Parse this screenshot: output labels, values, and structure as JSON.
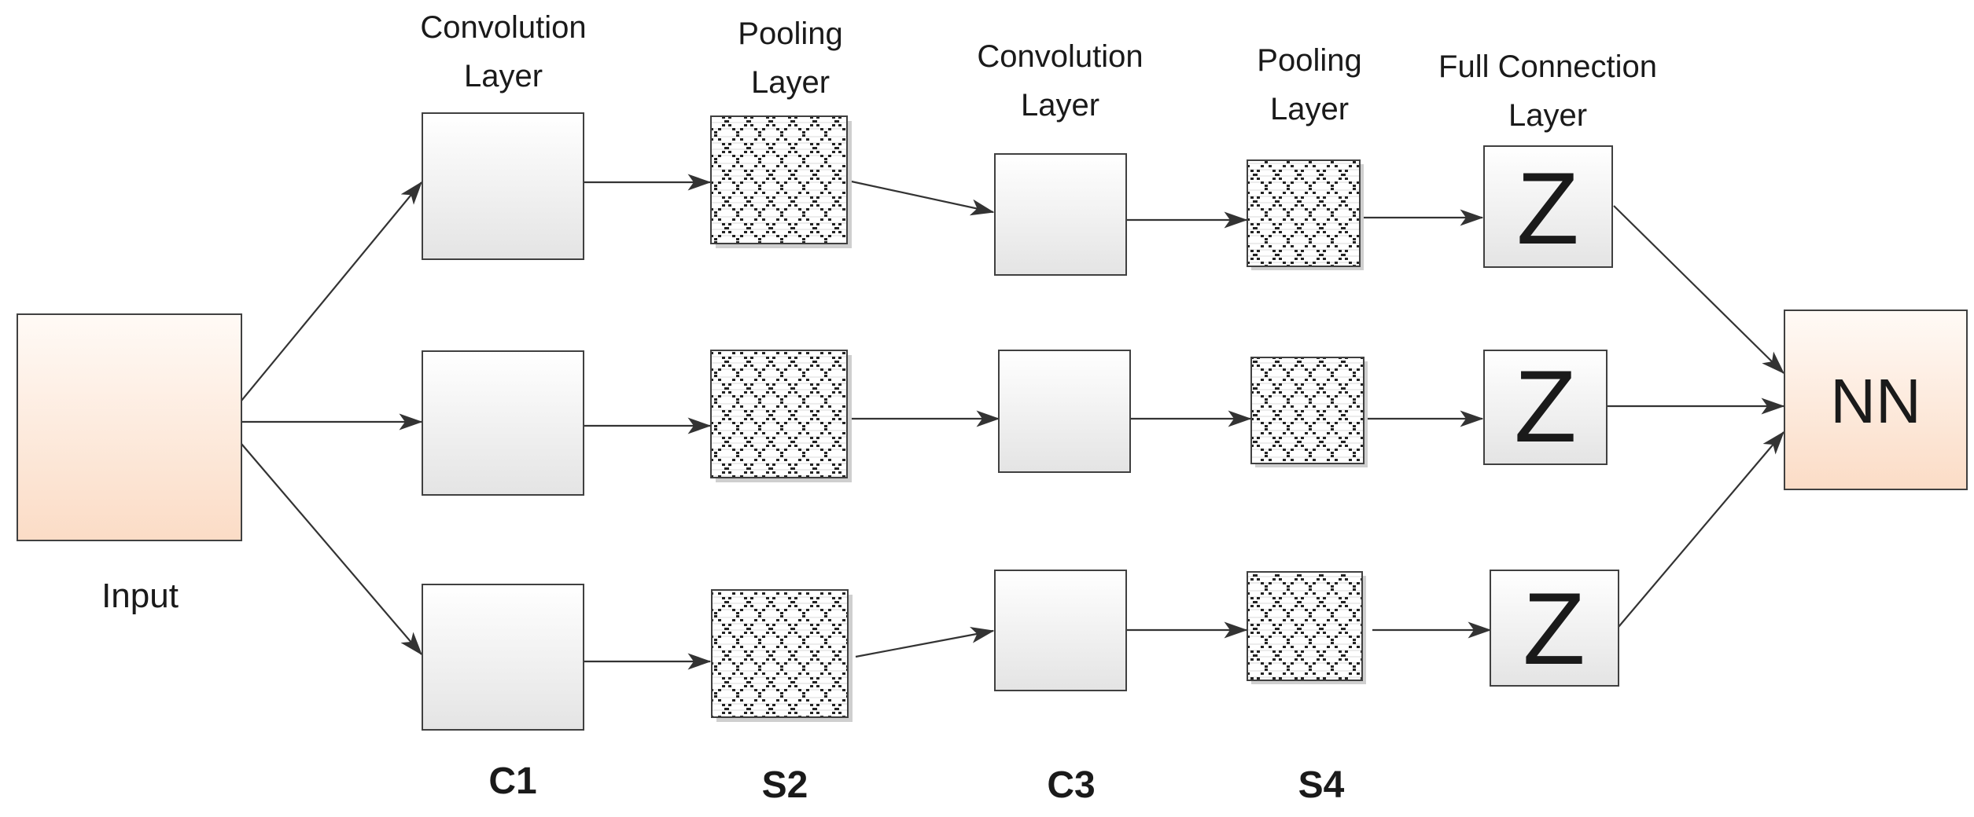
{
  "headers": {
    "conv1": [
      "Convolution",
      "Layer"
    ],
    "pool1": [
      "Pooling",
      "Layer"
    ],
    "conv2": [
      "Convolution",
      "Layer"
    ],
    "pool2": [
      "Pooling",
      "Layer"
    ],
    "full": [
      "Full Connection",
      "Layer"
    ]
  },
  "input_label": "Input",
  "stage_codes": {
    "c1": "C1",
    "s2": "S2",
    "c3": "C3",
    "s4": "S4"
  },
  "fc_symbol": "Z",
  "output_label": "NN",
  "colors": {
    "stroke": "#404040",
    "arrow": "#333333",
    "box_top": "#ffffff",
    "box_bottom": "#e4e4e4",
    "input_top": "#fffaf6",
    "input_bottom": "#fbdcc6",
    "pattern_dots": "#222222"
  }
}
